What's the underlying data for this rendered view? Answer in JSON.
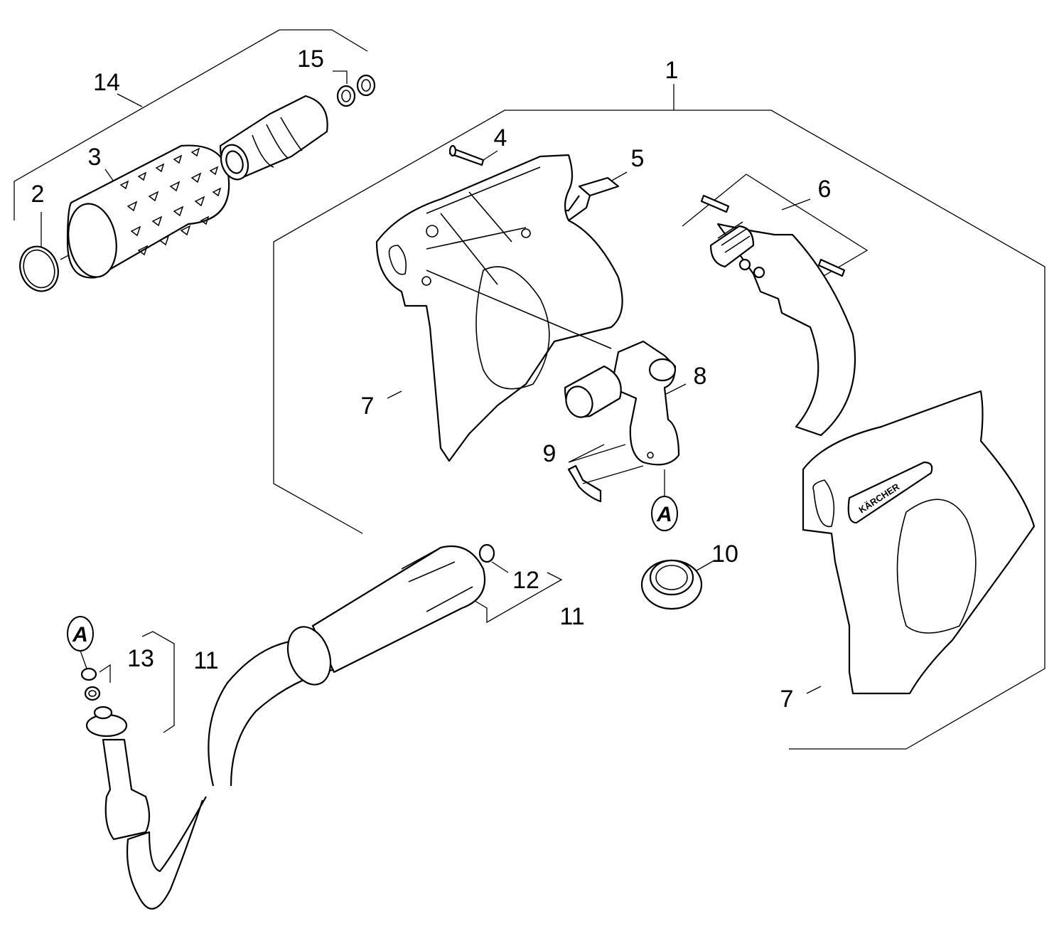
{
  "diagram": {
    "title": "Exploded parts view – spray gun",
    "callouts": {
      "p1": "1",
      "p2": "2",
      "p3": "3",
      "p4": "4",
      "p5": "5",
      "p6": "6",
      "p7a": "7",
      "p7b": "7",
      "p8": "8",
      "p9": "9",
      "p10": "10",
      "p11a": "11",
      "p11b": "11",
      "p12": "12",
      "p13": "13",
      "p14": "14",
      "p15": "15"
    },
    "connectors": {
      "a1": "A",
      "a2": "A"
    },
    "brand_logo": "KÄRCHER"
  }
}
